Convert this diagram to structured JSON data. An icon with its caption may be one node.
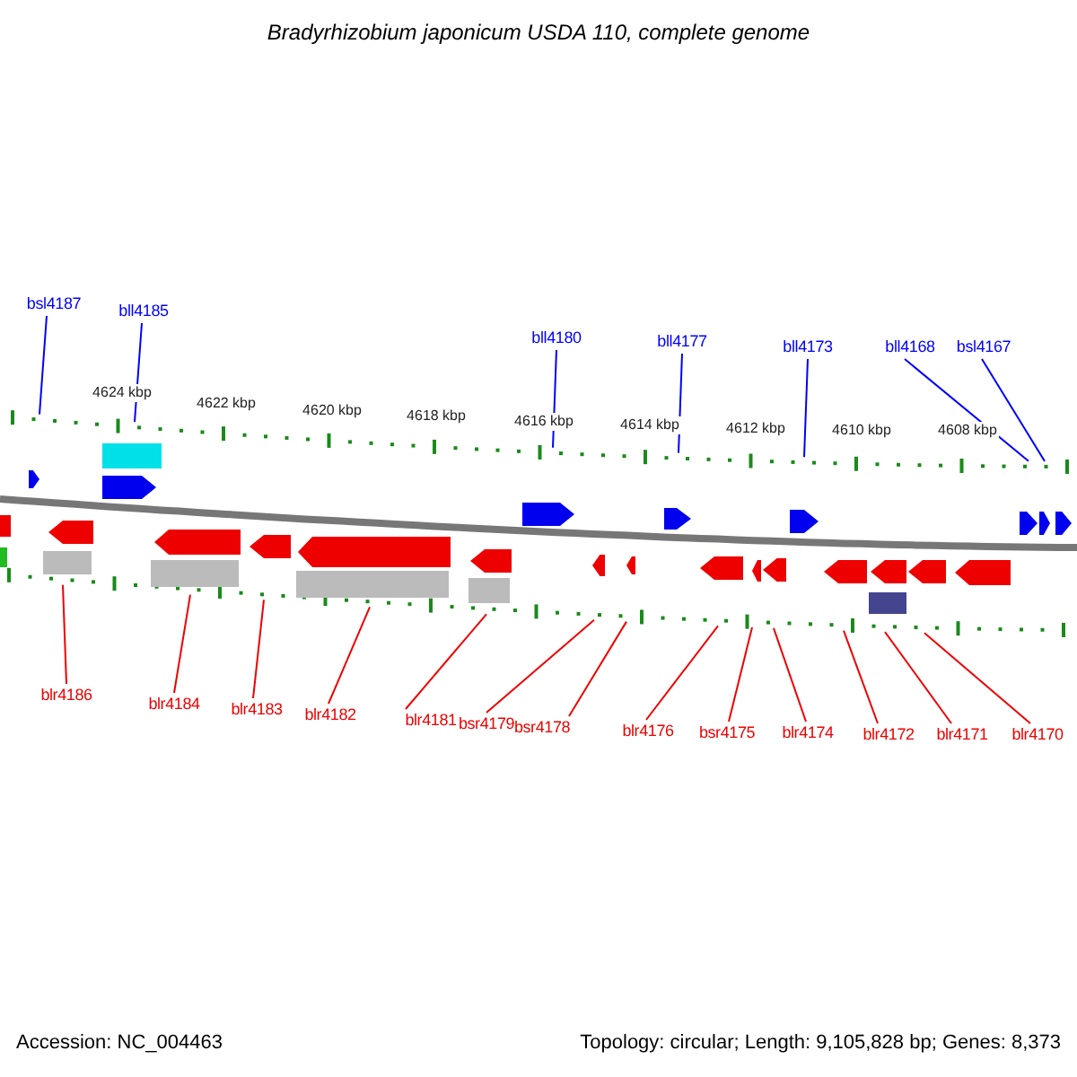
{
  "diagram": {
    "title": "Bradyrhizobium japonicum USDA 110, complete genome",
    "nodes": [
      {
        "text": [
          "bsl4187"
        ]
      },
      {
        "text": [
          "bll4185"
        ]
      },
      {
        "text": [
          "bll4180"
        ]
      },
      {
        "text": [
          "bll4177"
        ]
      },
      {
        "text": [
          "bll4173"
        ]
      },
      {
        "text": [
          "bll4168"
        ]
      },
      {
        "text": [
          "bsl4167"
        ]
      },
      {
        "text": [
          "blr4186"
        ]
      },
      {
        "text": [
          "blr4184"
        ]
      },
      {
        "text": [
          "blr4183"
        ]
      },
      {
        "text": [
          "blr4182"
        ]
      },
      {
        "text": [
          "blr4181"
        ]
      },
      {
        "text": [
          "bsr4179"
        ]
      },
      {
        "text": [
          "bsr4178"
        ]
      },
      {
        "text": [
          "blr4176"
        ]
      },
      {
        "text": [
          "bsr4175"
        ]
      },
      {
        "text": [
          "blr4174"
        ]
      },
      {
        "text": [
          "blr4172"
        ]
      },
      {
        "text": [
          "blr4171"
        ]
      },
      {
        "text": [
          "blr4170"
        ]
      },
      {
        "text": [],
        "shape": "bar"
      },
      {
        "text": [],
        "shape": "bar"
      }
    ],
    "edges": [
      {
        "from": 0,
        "to": 20,
        "arrow": "none",
        "color": "#0000ff"
      },
      {
        "from": 1,
        "to": 20,
        "arrow": "none",
        "color": "#0000ff"
      },
      {
        "from": 2,
        "to": 20,
        "arrow": "none",
        "color": "#0000ff"
      },
      {
        "from": 3,
        "to": 20,
        "arrow": "none",
        "color": "#0000ff"
      },
      {
        "from": 4,
        "to": 20,
        "arrow": "none",
        "color": "#0000ff"
      },
      {
        "from": 5,
        "to": 20,
        "arrow": "none",
        "color": "#0000ff"
      },
      {
        "from": 6,
        "to": 20,
        "arrow": "none",
        "color": "#0000ff"
      },
      {
        "from": 7,
        "to": 21,
        "arrow": "none"
      },
      {
        "from": 8,
        "to": 21,
        "arrow": "none"
      },
      {
        "from": 9,
        "to": 21,
        "arrow": "none"
      },
      {
        "from": 10,
        "to": 21,
        "arrow": "none"
      },
      {
        "from": 11,
        "to": 21,
        "arrow": "none"
      },
      {
        "from": 12,
        "to": 21,
        "arrow": "none"
      },
      {
        "from": 13,
        "to": 21,
        "arrow": "none"
      },
      {
        "from": 14,
        "to": 21,
        "arrow": "none"
      },
      {
        "from": 15,
        "to": 21,
        "arrow": "none"
      },
      {
        "from": 16,
        "to": 21,
        "arrow": "none"
      },
      {
        "from": 17,
        "to": 21,
        "arrow": "none"
      },
      {
        "from": 18,
        "to": 21,
        "arrow": "none"
      },
      {
        "from": 19,
        "to": 21,
        "arrow": "none"
      }
    ],
    "labels": [
      "4624 kbp",
      "4622 kbp",
      "4620 kbp",
      "4618 kbp",
      "4616 kbp",
      "4614 kbp",
      "4612 kbp",
      "4610 kbp",
      "4608 kbp",
      "Accession: NC_004463",
      "Topology: circular; Length: 9,105,828 bp; Genes: 8,373"
    ]
  }
}
